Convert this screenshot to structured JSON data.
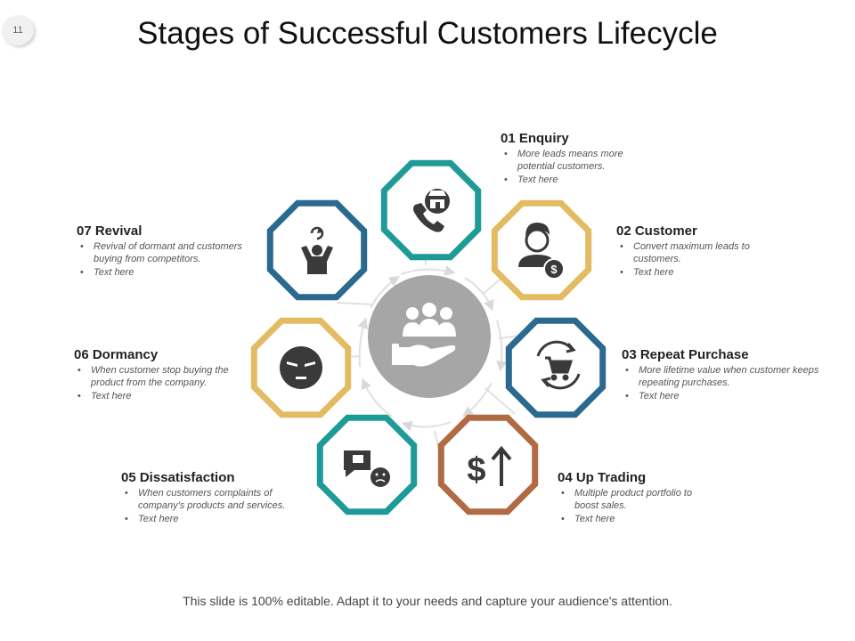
{
  "page_number": "11",
  "title": "Stages of Successful Customers Lifecycle",
  "stages": [
    {
      "title": "01 Enquiry",
      "bullets": [
        "More leads means more potential customers.",
        "Text here"
      ],
      "color": "#1e9b97",
      "icon": "phone-shop-icon"
    },
    {
      "title": "02 Customer",
      "bullets": [
        "Convert maximum leads to customers.",
        "Text here"
      ],
      "color": "#e2bb62",
      "icon": "customer-dollar-icon"
    },
    {
      "title": "03 Repeat Purchase",
      "bullets": [
        "More lifetime value when customer keeps repeating purchases.",
        "Text here"
      ],
      "color": "#2b6a8f",
      "icon": "cart-cycle-icon"
    },
    {
      "title": "04 Up Trading",
      "bullets": [
        "Multiple product portfolio to boost sales.",
        "Text here"
      ],
      "color": "#b06a44",
      "icon": "dollar-up-icon"
    },
    {
      "title": "05 Dissatisfaction",
      "bullets": [
        "When customers complaints of company's products and services.",
        "Text here"
      ],
      "color": "#1e9b97",
      "icon": "thumbs-down-sad-icon"
    },
    {
      "title": "06 Dormancy",
      "bullets": [
        "When customer stop buying the product from the company.",
        "Text here"
      ],
      "color": "#e2bb62",
      "icon": "sleepy-face-icon"
    },
    {
      "title": "07 Revival",
      "bullets": [
        "Revival of dormant and customers buying from competitors.",
        "Text here"
      ],
      "color": "#2b6a8f",
      "icon": "person-refresh-icon"
    }
  ],
  "center_icon": "customers-hand-icon",
  "colors": {
    "center": "#a6a6a6",
    "icon": "#3a3a3a",
    "connector": "#d9d9d9"
  },
  "footer": "This slide is 100% editable. Adapt it to your needs and capture your audience's attention."
}
